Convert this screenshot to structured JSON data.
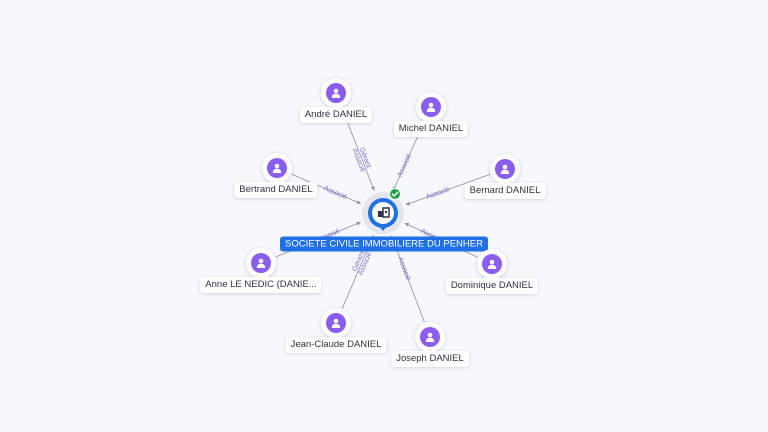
{
  "center": {
    "name": "SOCIETE CIVILE IMMOBILIERE DU PENHER",
    "icon": "building-icon",
    "badge_icon": "check-icon",
    "color": "#1f6fe5",
    "badge_color": "#1fa34a"
  },
  "people": [
    {
      "name": "André DANIEL",
      "relations": [
        "Gérant",
        "Associé"
      ]
    },
    {
      "name": "Michel DANIEL",
      "relations": [
        "Associé"
      ]
    },
    {
      "name": "Bertrand DANIEL",
      "relations": [
        "Associé"
      ]
    },
    {
      "name": "Bernard DANIEL",
      "relations": [
        "Associé"
      ]
    },
    {
      "name": "Anne LE NEDIC (DANIE...",
      "relations": [
        "Associé"
      ]
    },
    {
      "name": "Dominique DANIEL",
      "relations": [
        "Associé"
      ]
    },
    {
      "name": "Jean-Claude DANIEL",
      "relations": [
        "Gérant",
        "Associé"
      ]
    },
    {
      "name": "Joseph DANIEL",
      "relations": [
        "Associé"
      ]
    }
  ],
  "person_icon": "person-icon",
  "person_color": "#8a5cf0",
  "edge_color": "#8b8fa8"
}
